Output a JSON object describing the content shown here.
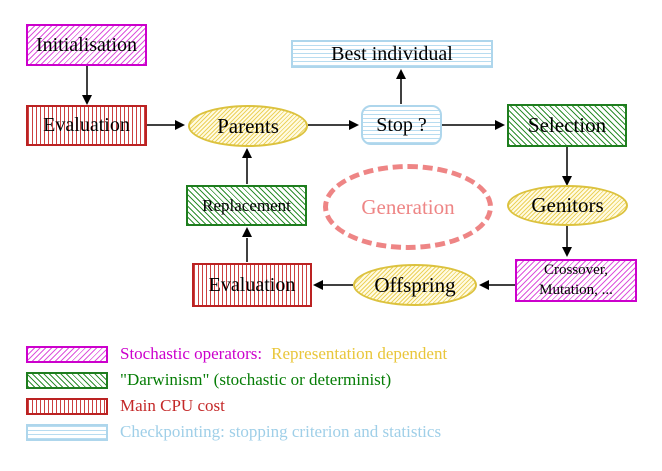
{
  "diagram": {
    "nodes": {
      "initialisation": "Initialisation",
      "evaluation_top": "Evaluation",
      "best_individual": "Best individual",
      "parents": "Parents",
      "stop": "Stop ?",
      "selection": "Selection",
      "replacement": "Replacement",
      "generation": "Generation",
      "genitors": "Genitors",
      "crossover_line1": "Crossover,",
      "crossover_line2": "Mutation, ...",
      "offspring": "Offspring",
      "evaluation_bottom": "Evaluation"
    },
    "edges": [
      {
        "from": "Initialisation",
        "to": "Evaluation"
      },
      {
        "from": "Evaluation",
        "to": "Parents"
      },
      {
        "from": "Parents",
        "to": "Stop ?"
      },
      {
        "from": "Stop ?",
        "to": "Best individual"
      },
      {
        "from": "Stop ?",
        "to": "Selection"
      },
      {
        "from": "Selection",
        "to": "Genitors"
      },
      {
        "from": "Genitors",
        "to": "Crossover, Mutation, ..."
      },
      {
        "from": "Crossover, Mutation, ...",
        "to": "Offspring"
      },
      {
        "from": "Offspring",
        "to": "Evaluation"
      },
      {
        "from": "Evaluation",
        "to": "Replacement"
      },
      {
        "from": "Replacement",
        "to": "Parents"
      }
    ]
  },
  "legend": {
    "stochastic_label": "Stochastic operators:",
    "stochastic_note": "Representation dependent",
    "darwinism": "\"Darwinism\" (stochastic or determinist)",
    "cpu": "Main CPU cost",
    "checkpointing": "Checkpointing: stopping criterion and statistics"
  },
  "colors": {
    "magenta": "#cc00cc",
    "dark_green": "#1e7d1e",
    "brick_red": "#bb2222",
    "light_blue": "#aed6ec",
    "yellow_border": "#dcc23e",
    "salmon": "#ee8585",
    "gold_text": "#e9c63a",
    "legend_green_text": "#067d06",
    "legend_red_text": "#c42828",
    "legend_blue_text": "#9fcfe8",
    "arrow_black": "#000000"
  }
}
